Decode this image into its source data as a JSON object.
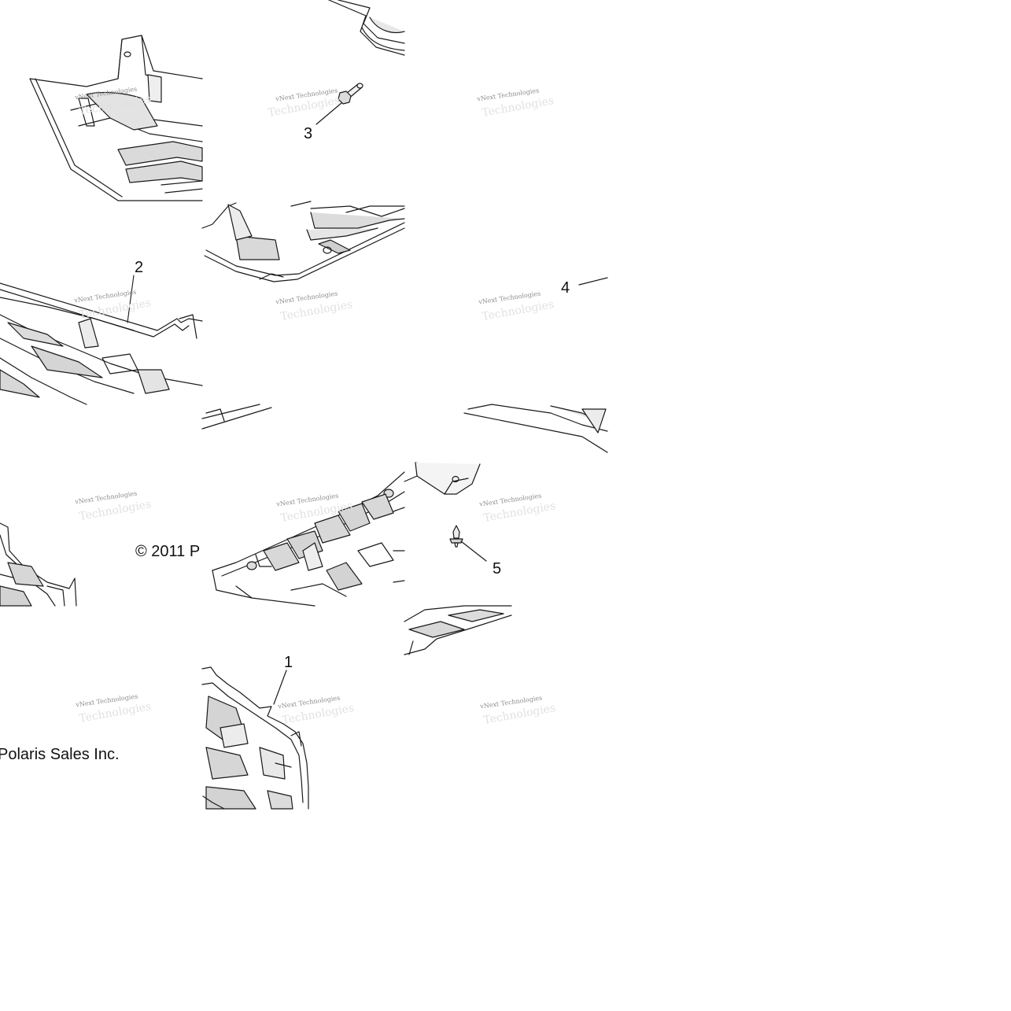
{
  "diagram": {
    "callouts": {
      "c1": "1",
      "c2": "2",
      "c3": "3",
      "c4": "4",
      "c5": "5"
    },
    "copyright_part_a": "© 2011 P",
    "copyright_part_b": "Polaris Sales Inc.",
    "watermark_text": "vNext Technologies",
    "watermark_shadow_text": "Technologies"
  },
  "colors": {
    "line": "#1a1a1a",
    "shade": "#d4d4d4",
    "watermark": "#8d8d8d"
  }
}
